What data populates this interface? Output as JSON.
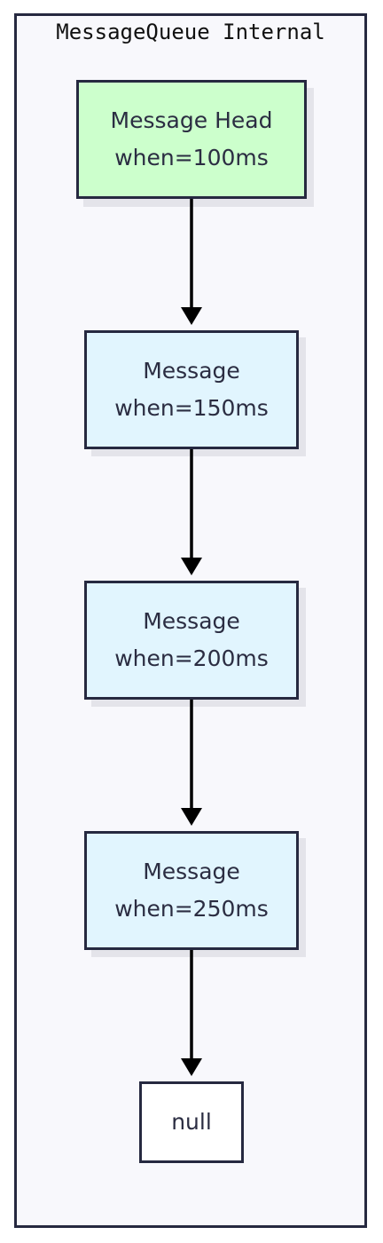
{
  "diagram": {
    "cluster_title": "MessageQueue Internal",
    "nodes": {
      "head": {
        "line1": "Message Head",
        "line2": "when=100ms"
      },
      "msg1": {
        "line1": "Message",
        "line2": "when=150ms"
      },
      "msg2": {
        "line1": "Message",
        "line2": "when=200ms"
      },
      "msg3": {
        "line1": "Message",
        "line2": "when=250ms"
      },
      "null": {
        "label": "null"
      }
    },
    "edges": [
      {
        "from": "head",
        "to": "msg1"
      },
      {
        "from": "msg1",
        "to": "msg2"
      },
      {
        "from": "msg2",
        "to": "msg3"
      },
      {
        "from": "msg3",
        "to": "null"
      }
    ],
    "colors": {
      "head_fill": "#ccffcc",
      "message_fill": "#e1f5fe",
      "null_fill": "#ffffff",
      "stroke": "#262940",
      "cluster_fill": "#f8f8fc"
    }
  }
}
